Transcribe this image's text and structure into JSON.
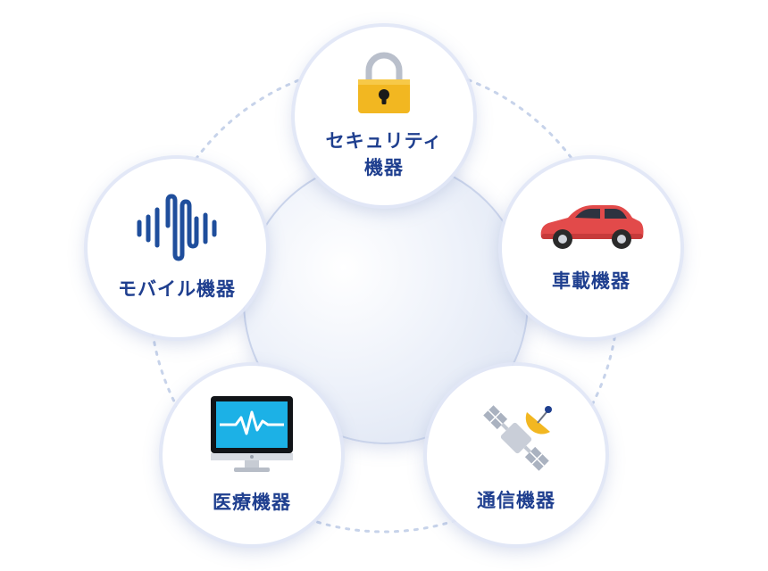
{
  "diagram": {
    "nodes": [
      {
        "id": "security",
        "label_line1": "セキュリティ",
        "label_line2": "機器",
        "icon": "padlock-icon"
      },
      {
        "id": "mobile",
        "label": "モバイル機器",
        "icon": "sound-wave-icon"
      },
      {
        "id": "vehicle",
        "label": "車載機器",
        "icon": "car-icon"
      },
      {
        "id": "medical",
        "label": "医療機器",
        "icon": "monitor-heartbeat-icon"
      },
      {
        "id": "comm",
        "label": "通信機器",
        "icon": "satellite-icon"
      }
    ],
    "colors": {
      "label_text": "#1f3f8f",
      "dashed_ring": "#c7d3ea",
      "center_disc_border": "#c9d3ea",
      "padlock_body": "#f2b721",
      "wave": "#1f4e9c",
      "car_body": "#e24a4a",
      "monitor_screen": "#1cb1e6",
      "satellite_dish": "#f2b721"
    }
  }
}
